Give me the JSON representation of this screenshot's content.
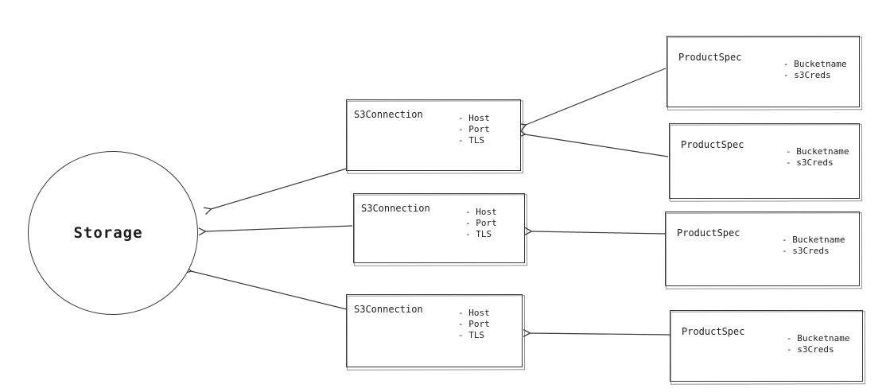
{
  "diagram": {
    "storage": {
      "label": "Storage"
    },
    "s3_connections": [
      {
        "label": "S3Connection",
        "attributes": [
          "- Host",
          "- Port",
          "- TLS"
        ]
      },
      {
        "label": "S3Connection",
        "attributes": [
          "- Host",
          "- Port",
          "- TLS"
        ]
      },
      {
        "label": "S3Connection",
        "attributes": [
          "- Host",
          "- Port",
          "- TLS"
        ]
      }
    ],
    "product_specs": [
      {
        "label": "ProductSpec",
        "attributes": [
          "- Bucketname",
          "- s3Creds"
        ]
      },
      {
        "label": "ProductSpec",
        "attributes": [
          "- Bucketname",
          "- s3Creds"
        ]
      },
      {
        "label": "ProductSpec",
        "attributes": [
          "- Bucketname",
          "- s3Creds"
        ]
      },
      {
        "label": "ProductSpec",
        "attributes": [
          "- Bucketname",
          "- s3Creds"
        ]
      }
    ],
    "colors": {
      "stroke": "#3a3a3a",
      "background": "#ffffff"
    }
  }
}
